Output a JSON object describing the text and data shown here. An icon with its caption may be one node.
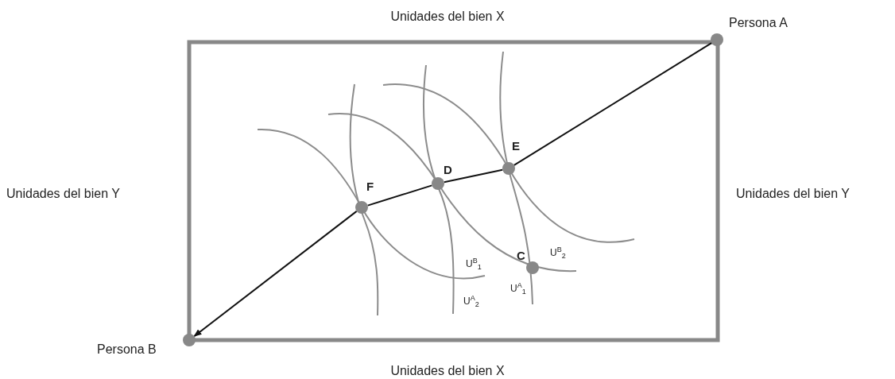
{
  "diagram": {
    "nodes": [
      {
        "text": [],
        "shape": "circle",
        "beside": [
          "Persona A"
        ]
      },
      {
        "text": [],
        "shape": "circle",
        "beside": [
          "E"
        ]
      },
      {
        "text": [],
        "shape": "circle",
        "beside": [
          "D"
        ]
      },
      {
        "text": [],
        "shape": "circle",
        "beside": [
          "F"
        ]
      },
      {
        "text": [],
        "shape": "circle",
        "beside": [
          "C"
        ]
      },
      {
        "text": [],
        "shape": "circle",
        "beside": [
          "Persona B"
        ]
      }
    ],
    "edges": [
      {
        "from": 0,
        "to": 1,
        "arrow": "none"
      },
      {
        "from": 1,
        "to": 2,
        "arrow": "none"
      },
      {
        "from": 2,
        "to": 3,
        "arrow": "none"
      },
      {
        "from": 3,
        "to": 5,
        "arrow": "to"
      }
    ],
    "labels": [
      "Unidades del bien X",
      "Unidades del bien Y",
      "Unidades del bien Y",
      "U$^{B}$$_{2}$",
      "U$^{B}$$_{1}$",
      "U$^{A}$$_{1}$",
      "U$^{A}$$_{2}$",
      "Unidades del bien X"
    ]
  }
}
